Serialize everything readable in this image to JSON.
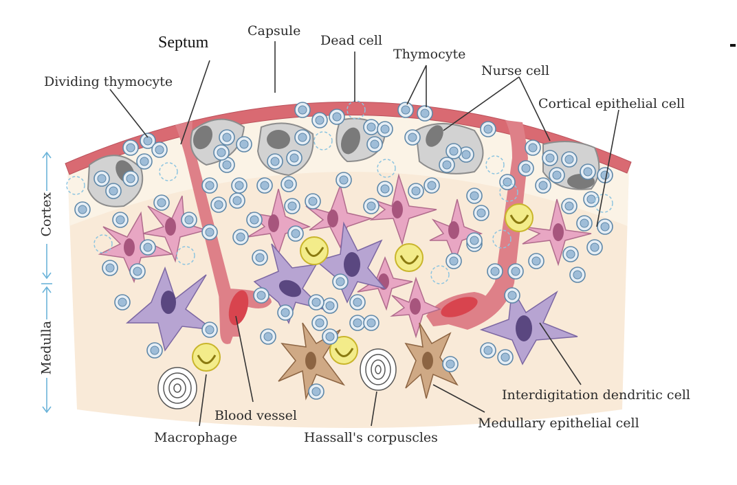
{
  "labels": {
    "septum": "Septum",
    "capsule": "Capsule",
    "dead_cell": "Dead cell",
    "thymocyte": "Thymocyte",
    "nurse_cell": "Nurse cell",
    "dividing_thymocyte": "Dividing thymocyte",
    "cortical_epithelial_cell": "Cortical epithelial cell",
    "cortex": "Cortex",
    "medulla": "Medulla",
    "interdigitating_dendritic_cell": "Interdigitation dendritic cell",
    "medullary_epithelial_cell": "Medullary epithelial cell",
    "blood_vessel": "Blood vessel",
    "macrophage": "Macrophage",
    "hassalls_corpuscles": "Hassall's corpuscles"
  },
  "colors": {
    "capsule": "#d96a72",
    "septum": "#de8088",
    "background_tissue": "#f9ead8",
    "cortex_region": "#fbf3e6",
    "thymocyte_fill": "#e6eef5",
    "thymocyte_nucleus": "#9fbdd8",
    "nurse_cell": "#cfcfcf",
    "cortical_epithelial": "#e8a6c3",
    "dendritic": "#b7a4d2",
    "medullary_epithelial": "#c9a27a",
    "macrophage": "#f3ec8a",
    "axis_arrow": "#6ab3d9"
  }
}
